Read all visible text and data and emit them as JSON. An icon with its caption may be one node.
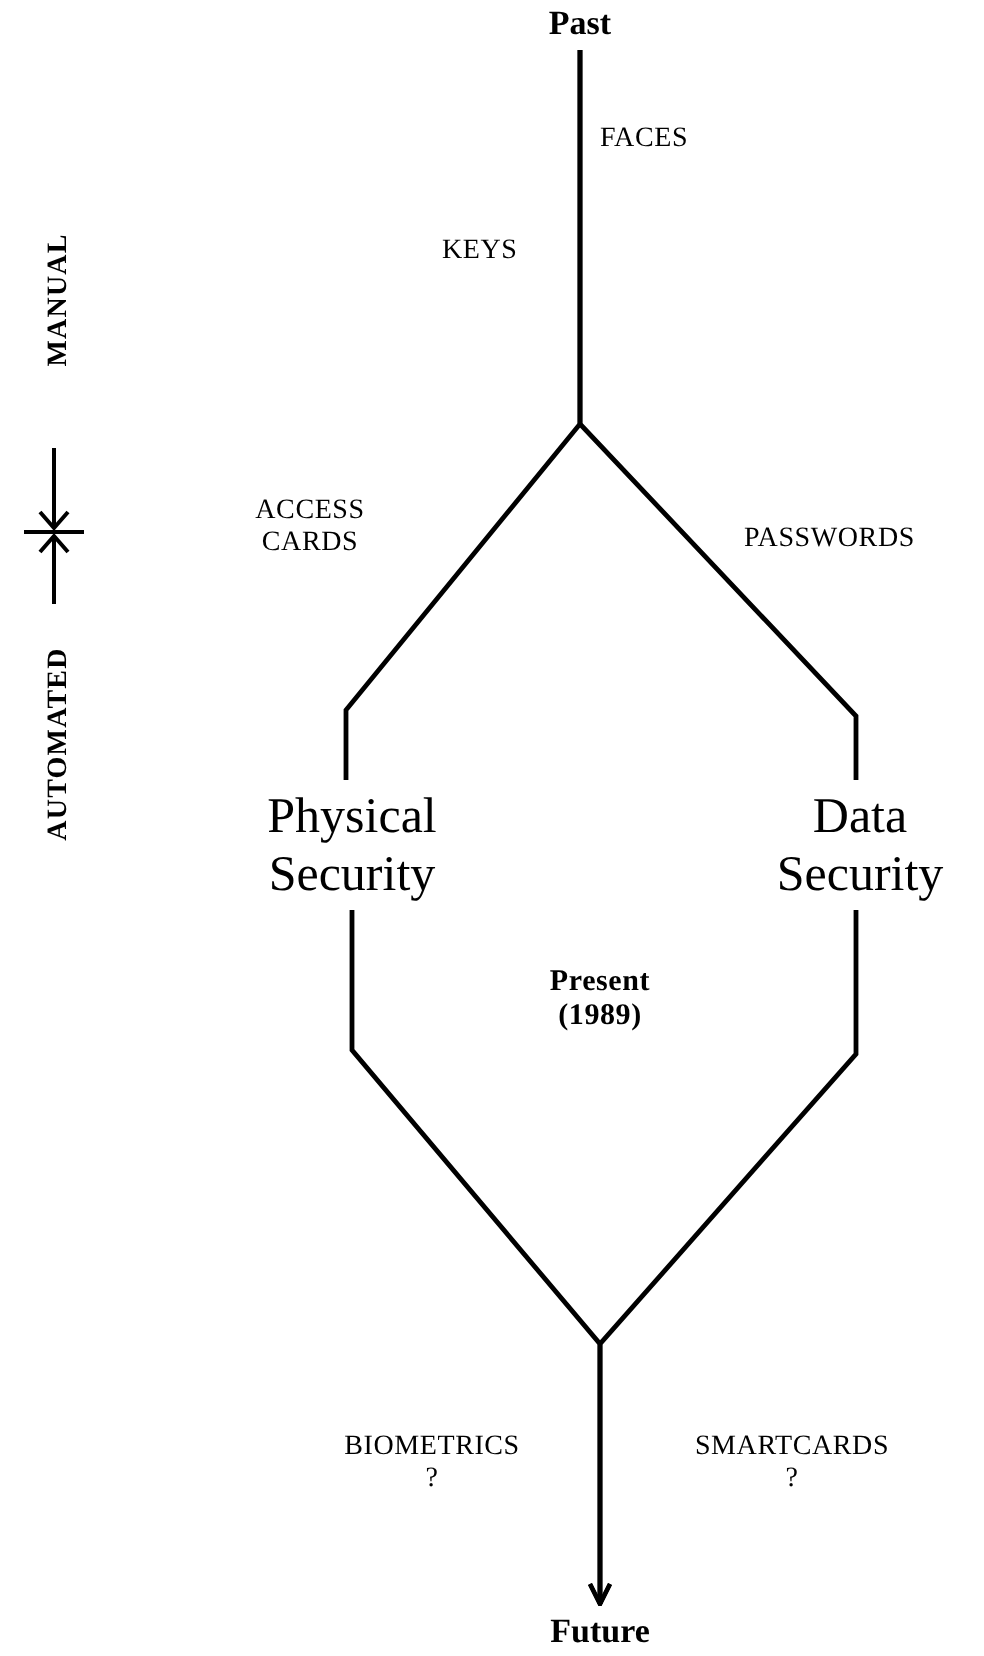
{
  "diagram": {
    "nodes": [
      {
        "text": [
          "Past"
        ]
      },
      {
        "text": [
          "Physical Security"
        ]
      },
      {
        "text": [
          "Data Security"
        ]
      },
      {
        "text": [
          "Future"
        ]
      }
    ],
    "edges": [
      {
        "from": 0,
        "to": 1,
        "arrow": "none"
      },
      {
        "from": 0,
        "to": 2,
        "arrow": "none"
      },
      {
        "from": 1,
        "to": 3,
        "arrow": "to"
      },
      {
        "from": 2,
        "to": 3,
        "arrow": "to"
      }
    ],
    "labels": [
      "MANUAL",
      "AUTOMATED",
      "FACES",
      "KEYS",
      "ACCESS CARDS",
      "PASSWORDS",
      "Present (1989)",
      "BIOMETRICS ?",
      "SMARTCARDS ?"
    ]
  }
}
